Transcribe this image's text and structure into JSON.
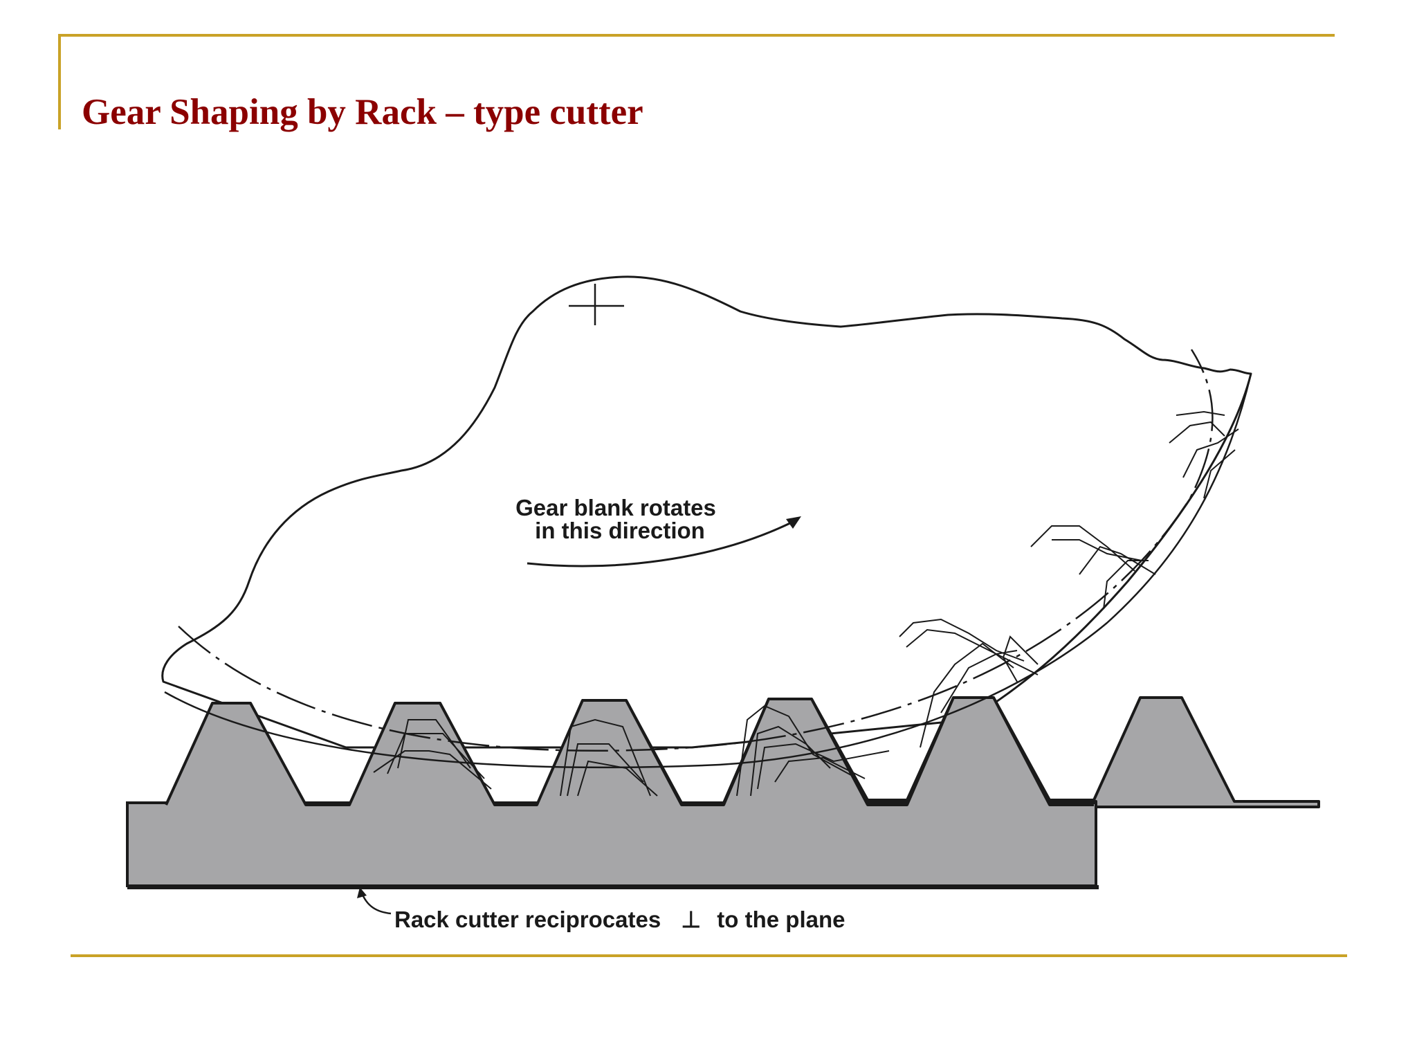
{
  "slide": {
    "title": "Gear Shaping by Rack – type cutter"
  },
  "diagram": {
    "blank_label_line1": "Gear blank rotates",
    "blank_label_line2": "in this direction",
    "cutter_label_part1": "Rack cutter reciprocates",
    "cutter_label_symbol": "⊥",
    "cutter_label_part2": "to the plane"
  },
  "colors": {
    "title": "#8b0000",
    "rule": "#c9a227",
    "rack_fill": "#a6a6a8",
    "line": "#1a1a1a"
  },
  "icons": {
    "rotation_arrow": "curved-arrow-icon",
    "center_mark": "crosshair-icon",
    "leader": "leader-arrow-icon"
  }
}
